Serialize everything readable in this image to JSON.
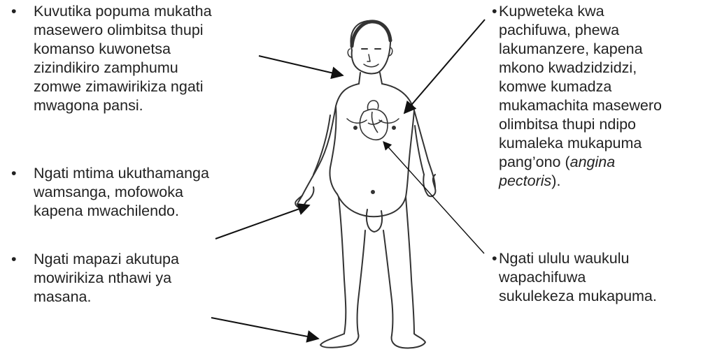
{
  "bullet": "•",
  "notes_left": [
    {
      "lines": [
        "Kuvutika popuma mukatha",
        "masewero olimbitsa thupi",
        "komanso kuwonetsa",
        "zizindikiro zamphumu",
        "zomwe zimawirikiza ngati",
        "mwagona pansi."
      ]
    },
    {
      "lines": [
        "Ngati mtima ukuthamanga",
        "wamsanga, mofowoka",
        "kapena mwachilendo."
      ]
    },
    {
      "lines": [
        "Ngati mapazi akutupa",
        "mowirikiza nthawi ya",
        "masana."
      ]
    }
  ],
  "note_right_top": {
    "lines": [
      "Kupweteka kwa",
      "pachifuwa, phewa",
      "lakumanzere, kapena",
      "mkono kwadzidzidzi,",
      "komwe kumadza",
      "mukamachita masewero",
      "olimbitsa thupi ndipo",
      "kumaleka mukapuma"
    ],
    "line9_prefix": "pang’ono (",
    "line9_italic": "angina",
    "line10_italic": "pectoris",
    "line10_suffix": ")."
  },
  "note_right_bottom": {
    "lines": [
      "Ngati ululu waukulu",
      "wapachifuwa",
      "sukulekeza mukapuma."
    ]
  },
  "colors": {
    "text": "#222222",
    "arrow": "#111111",
    "figure": "#333333"
  }
}
